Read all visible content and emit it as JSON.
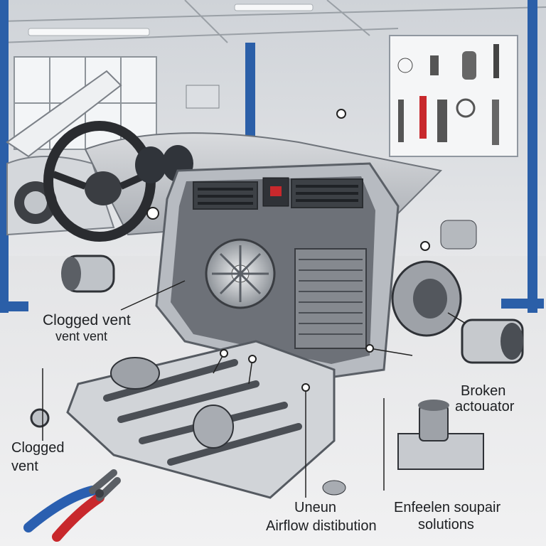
{
  "labels": {
    "clogged_vent_top": "Clogged vent",
    "clogged_vent_sub": "vent vent",
    "clogged_vent_left_1": "Clogged",
    "clogged_vent_left_2": "vent",
    "broken_actuator_1": "Broken",
    "broken_actuator_2": "actouator",
    "uneven_airflow_1": "Uneun",
    "uneven_airflow_2": "Airflow distibution",
    "repair_solutions_1": "Enfeelen soupair",
    "repair_solutions_2": "solutions"
  },
  "colors": {
    "background": "#ecedef",
    "lift_post": "#2b5fa8",
    "dashboard": "#c9ccd1",
    "metal_dark": "#4b4f55",
    "plier_red": "#c8282c",
    "plier_blue": "#2a5fb0"
  },
  "icons": [
    "steering-wheel-icon",
    "fan-icon",
    "pliers-icon",
    "tool-board-icon"
  ]
}
